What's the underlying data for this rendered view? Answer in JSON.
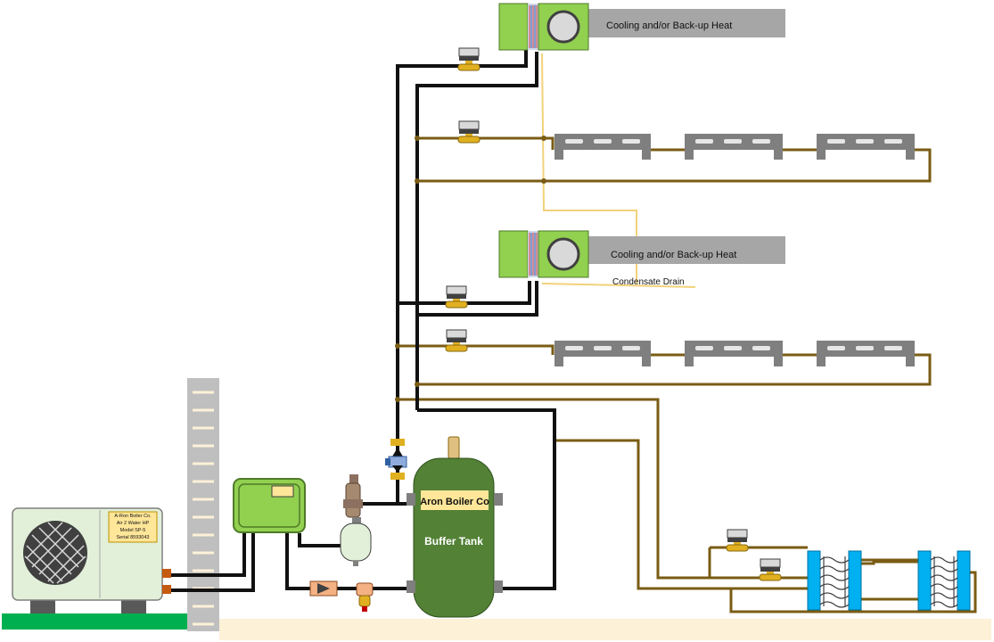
{
  "labels": {
    "fan_coil_top": "Cooling and/or Back-up Heat",
    "fan_coil_mid": "Cooling and/or Back-up Heat",
    "condensate": "Condensate Drain",
    "tank_brand": "Aron Boiler Co",
    "tank_name": "Buffer Tank"
  },
  "heat_pump_plate": {
    "line1": "A-Ron Boiler Co.",
    "line2": "Air 2 Water HP",
    "line3": "Model SP-5",
    "line4": "Serial 8593043"
  },
  "colors": {
    "pipe_supply": "#111111",
    "pipe_return": "#7a5c14",
    "condensate": "#f2d27a",
    "green_unit": "#92d050",
    "tank": "#538135",
    "radiator": "#7f7f7f",
    "panel_rad": "#00b0f0",
    "ground": "#00b050",
    "floor": "#fdf1d8",
    "valve": "#e0b020"
  }
}
